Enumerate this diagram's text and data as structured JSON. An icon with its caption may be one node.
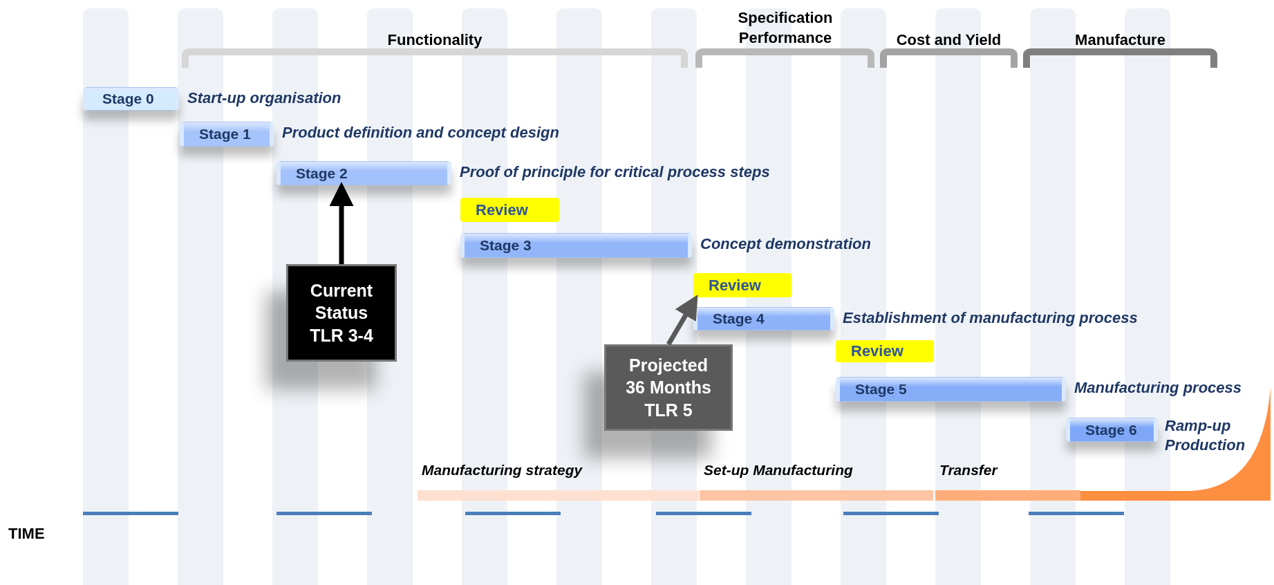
{
  "diagram": {
    "nodes": [
      {
        "text": [
          "Stage 0"
        ],
        "beside": [
          "Start-up organisation"
        ]
      },
      {
        "text": [
          "Stage 1"
        ],
        "beside": [
          "Product definition and concept design"
        ]
      },
      {
        "text": [
          "Stage 2"
        ],
        "beside": [
          "Proof of principle for critical process steps"
        ]
      },
      {
        "text": [
          "Review"
        ]
      },
      {
        "text": [
          "Stage 3"
        ],
        "beside": [
          "Concept demonstration"
        ]
      },
      {
        "text": [
          "Review"
        ]
      },
      {
        "text": [
          "Stage 4"
        ],
        "beside": [
          "Establishment of manufacturing process"
        ]
      },
      {
        "text": [
          "Review"
        ]
      },
      {
        "text": [
          "Stage 5"
        ],
        "beside": [
          "Manufacturing process"
        ]
      },
      {
        "text": [
          "Stage 6"
        ],
        "beside": [
          "Ramp-up Production"
        ]
      },
      {
        "text": [
          "Current Status TLR 3-4"
        ]
      },
      {
        "text": [
          "Projected 36 Months TLR 5"
        ]
      },
      {
        "text": [
          "Manufacturing strategy"
        ]
      },
      {
        "text": [
          "Set-up Manufacturing"
        ]
      },
      {
        "text": [
          "Transfer"
        ]
      }
    ],
    "edges": [
      {
        "from": 10,
        "to": 2,
        "arrow": "to",
        "color": "#000000"
      },
      {
        "from": 11,
        "to": 5,
        "arrow": "to",
        "color": "#595959"
      }
    ],
    "labels": [
      "Functionality",
      "Specification Performance",
      "Cost and Yield",
      "Manufacture",
      "TIME"
    ]
  }
}
